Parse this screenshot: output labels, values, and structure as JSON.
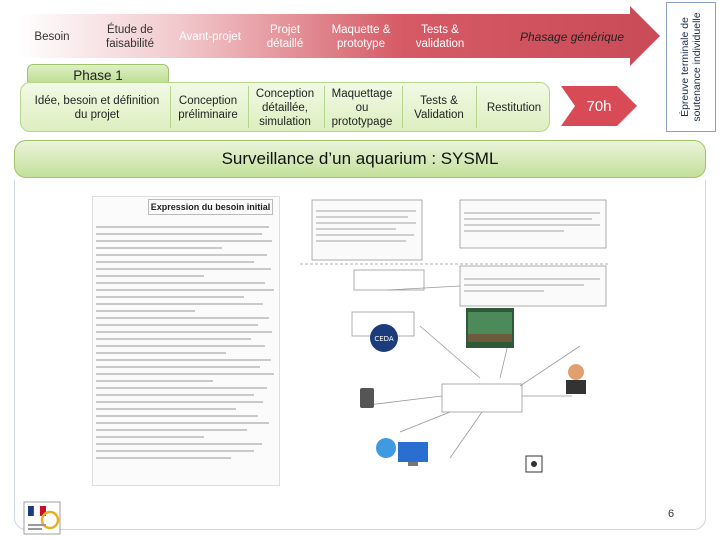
{
  "header": {
    "stages": [
      "Besoin",
      "Étude de faisabilité",
      "Avant-projet",
      "Projet détaillé",
      "Maquette & prototype",
      "Tests & validation"
    ],
    "phasage_label": "Phasage générique",
    "epreuve_label": "Épreuve terminale de soutenance individuelle"
  },
  "phase": {
    "label": "Phase 1",
    "cells": [
      "Idée, besoin et définition du projet",
      "Conception préliminaire",
      "Conception détaillée, simulation",
      "Maquettage ou prototypage",
      "Tests & Validation",
      "Restitution"
    ],
    "hours": "70h"
  },
  "main": {
    "title": "Surveillance d’un aquarium : SYSML",
    "doc_title": "Expression du besoin initial",
    "page_number": "6"
  },
  "colors": {
    "arrow": "#c94b58",
    "green_band": "#c3e09a",
    "hours_arrow": "#d84a55"
  }
}
